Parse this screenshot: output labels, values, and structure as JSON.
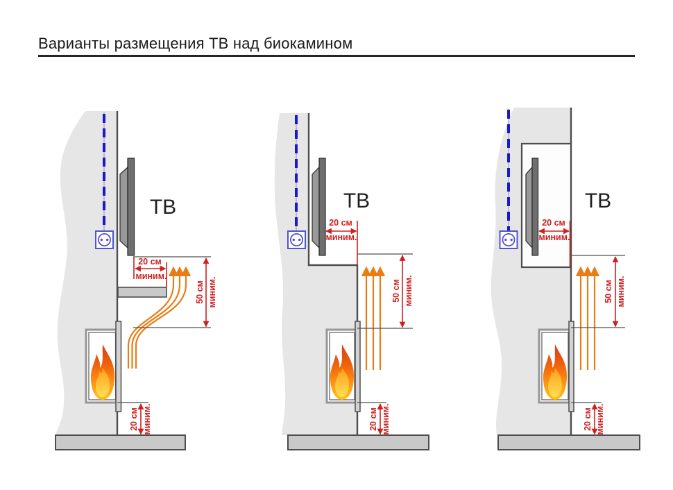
{
  "title": "Варианты размещения ТВ над биокамином",
  "colors": {
    "dimension_red": "#cf1f1f",
    "heat_arrow_orange": "#e87d15",
    "cable_blue": "#1818d2",
    "wall_gray": "#e6e6e6",
    "floor_gray": "#c9c9c9"
  },
  "variants": [
    {
      "tv_label": "ТВ",
      "dim_tv_offset": {
        "value": "20 см",
        "qualifier": "миним."
      },
      "dim_clearance": {
        "value": "50 см",
        "qualifier": "миним."
      },
      "dim_floor": {
        "value": "20 см",
        "qualifier": "миним."
      }
    },
    {
      "tv_label": "ТВ",
      "dim_tv_offset": {
        "value": "20 см",
        "qualifier": "миним."
      },
      "dim_clearance": {
        "value": "50 см",
        "qualifier": "миним."
      },
      "dim_floor": {
        "value": "20 см",
        "qualifier": "миним."
      }
    },
    {
      "tv_label": "ТВ",
      "dim_tv_offset": {
        "value": "20 см",
        "qualifier": "миним."
      },
      "dim_clearance": {
        "value": "50 см",
        "qualifier": "миним."
      },
      "dim_floor": {
        "value": "20 см",
        "qualifier": "миним."
      }
    }
  ]
}
